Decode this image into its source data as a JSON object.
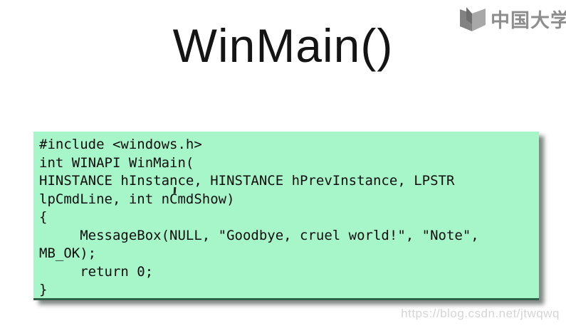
{
  "page": {
    "title": "WinMain()",
    "watermark": "https://blog.csdn.net/jtwqwq",
    "background_color": "#ffffff"
  },
  "logo": {
    "text": "中国大学",
    "icon": "open-book-icon",
    "text_color": "#8d8d8d"
  },
  "code_block": {
    "background_color": "#a6f6c9",
    "bottom_edge_color": "#2e6148",
    "text_color": "#0e0e0e",
    "lines": [
      "#include <windows.h>",
      "int WINAPI WinMain(",
      "HINSTANCE hInstance, HINSTANCE hPrevInstance, LPSTR",
      "lpCmdLine, int nCmdShow)",
      "{",
      "     MessageBox(NULL, \"Goodbye, cruel world!\", \"Note\",",
      "MB_OK);",
      "     return 0;",
      "}"
    ]
  }
}
